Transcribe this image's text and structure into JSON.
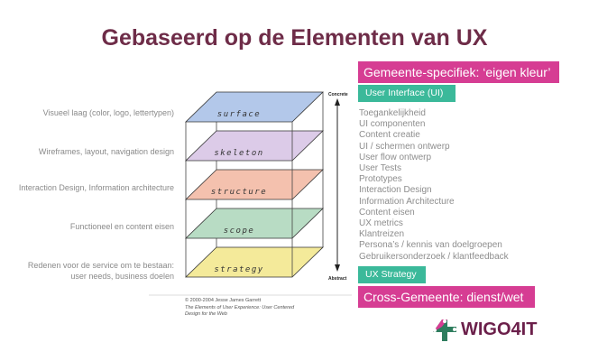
{
  "title": "Gebaseerd op de Elementen van UX",
  "left_labels": [
    "Visueel laag (color, logo, lettertypen)",
    "Wireframes, layout, navigation design",
    "Interaction Design, Information architecture",
    "Functioneel en content eisen",
    "Redenen voor de service om te bestaan:",
    "user needs, business doelen"
  ],
  "layers": [
    {
      "name": "surface",
      "color": "#b3c8ea"
    },
    {
      "name": "skeleton",
      "color": "#dccbe8"
    },
    {
      "name": "structure",
      "color": "#f4c1ae"
    },
    {
      "name": "scope",
      "color": "#b8dcc4"
    },
    {
      "name": "strategy",
      "color": "#f4ea9a"
    }
  ],
  "axis": {
    "top": "Concrete",
    "bottom": "Abstract"
  },
  "copyright": [
    "© 2000-2004 Jesse James Garrett",
    "The Elements of User Experience: User Centered",
    "Design for the Web"
  ],
  "right": {
    "top_banner": "Gemeente-specifiek: ‘eigen kleur’",
    "ui_header": "User Interface (UI)",
    "items": [
      "Toegankelijkheid",
      "UI componenten",
      "Content creatie",
      "UI / schermen ontwerp",
      "User flow ontwerp",
      "User Tests",
      "Prototypes",
      "Interaction Design",
      "Information Architecture",
      "Content eisen",
      "UX metrics",
      "Klantreizen",
      "Persona’s / kennis van doelgroepen",
      "Gebruikersonderzoek / klantfeedback"
    ],
    "strategy_header": "UX Strategy",
    "bottom_banner": "Cross-Gemeente: dienst/wet"
  },
  "logo": "WIGO4IT",
  "colors": {
    "pink": "#d63d93",
    "teal": "#3bb99a",
    "title": "#6e2c48"
  }
}
